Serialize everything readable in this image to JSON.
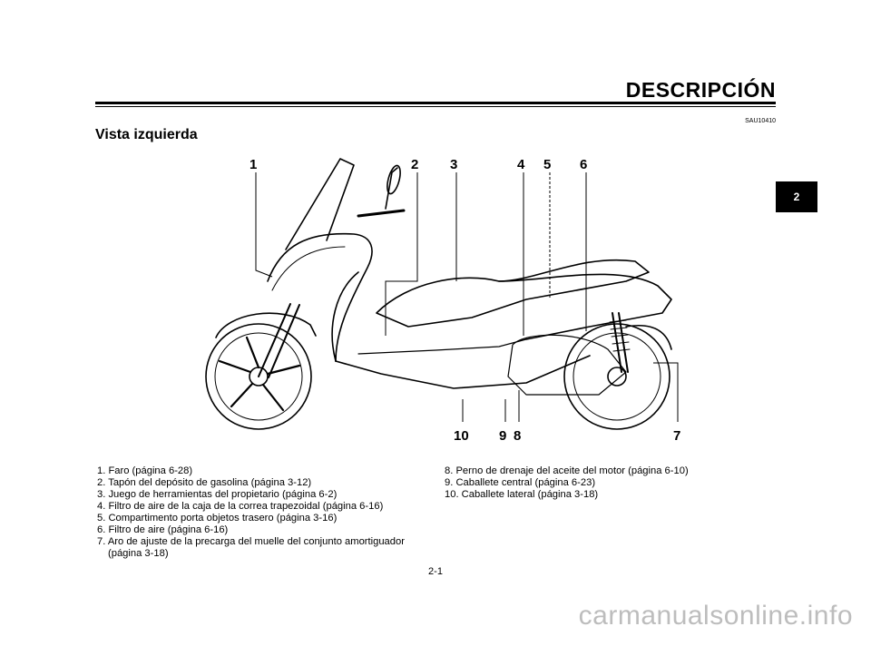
{
  "header": {
    "chapter_title": "DESCRIPCIÓN",
    "reference_code": "SAU10410"
  },
  "section": {
    "title": "Vista izquierda"
  },
  "chapter_tab": "2",
  "figure": {
    "callouts_top": [
      "1",
      "2",
      "3",
      "4",
      "5",
      "6"
    ],
    "callouts_bottom": [
      "10",
      "9",
      "8",
      "7"
    ]
  },
  "legend_left": {
    "items": [
      "1. Faro (página 6-28)",
      "2. Tapón del depósito de gasolina (página 3-12)",
      "3. Juego de herramientas del propietario (página 6-2)",
      "4. Filtro de aire de la caja de la correa trapezoidal (página 6-16)",
      "5. Compartimento porta objetos trasero (página 3-16)",
      "6. Filtro de aire (página 6-16)",
      "7. Aro de ajuste de la precarga del muelle del conjunto amortiguador"
    ],
    "continuation": "(página 3-18)"
  },
  "legend_right": {
    "items": [
      "8. Perno de drenaje del aceite del motor (página 6-10)",
      "9. Caballete central (página 6-23)",
      "10. Caballete lateral (página 3-18)"
    ]
  },
  "footer": {
    "page_number": "2-1"
  },
  "watermark": "carmanualsonline.info"
}
